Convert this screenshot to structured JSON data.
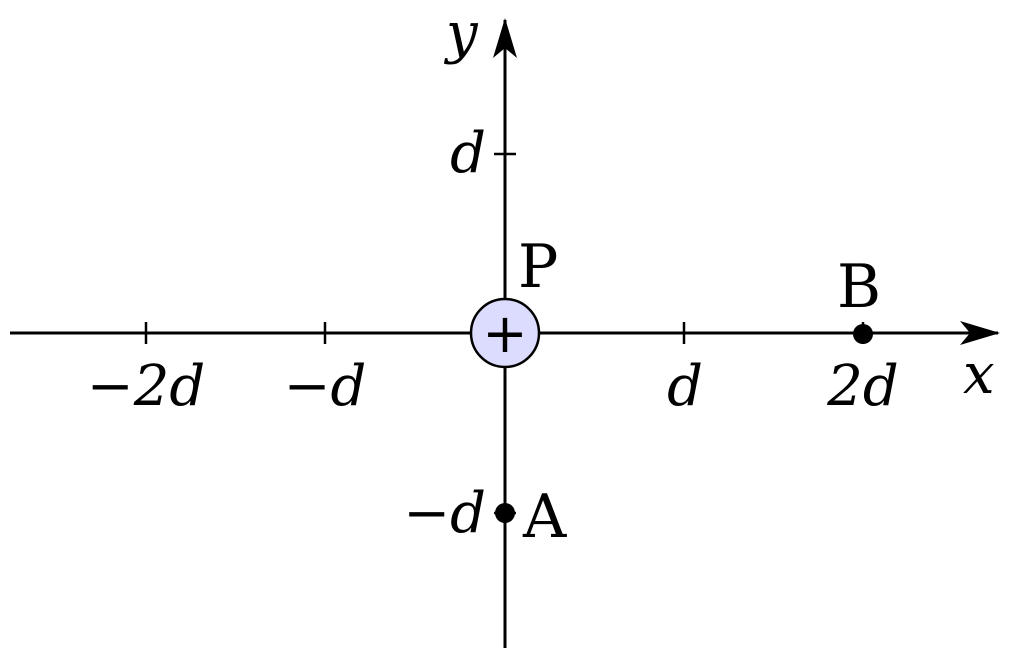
{
  "axes": {
    "x_label": "x",
    "y_label": "y"
  },
  "x_ticks": [
    "−2d",
    "−d",
    "d",
    "2d"
  ],
  "y_ticks": [
    "d",
    "−d"
  ],
  "charge": {
    "label": "P",
    "sign": "+",
    "fill_color": "#dcdcff",
    "position": {
      "x": 0,
      "y": 0
    }
  },
  "points": [
    {
      "label": "A",
      "position": {
        "x": 0,
        "y": -1
      }
    },
    {
      "label": "B",
      "position": {
        "x": 2,
        "y": 0
      }
    }
  ]
}
